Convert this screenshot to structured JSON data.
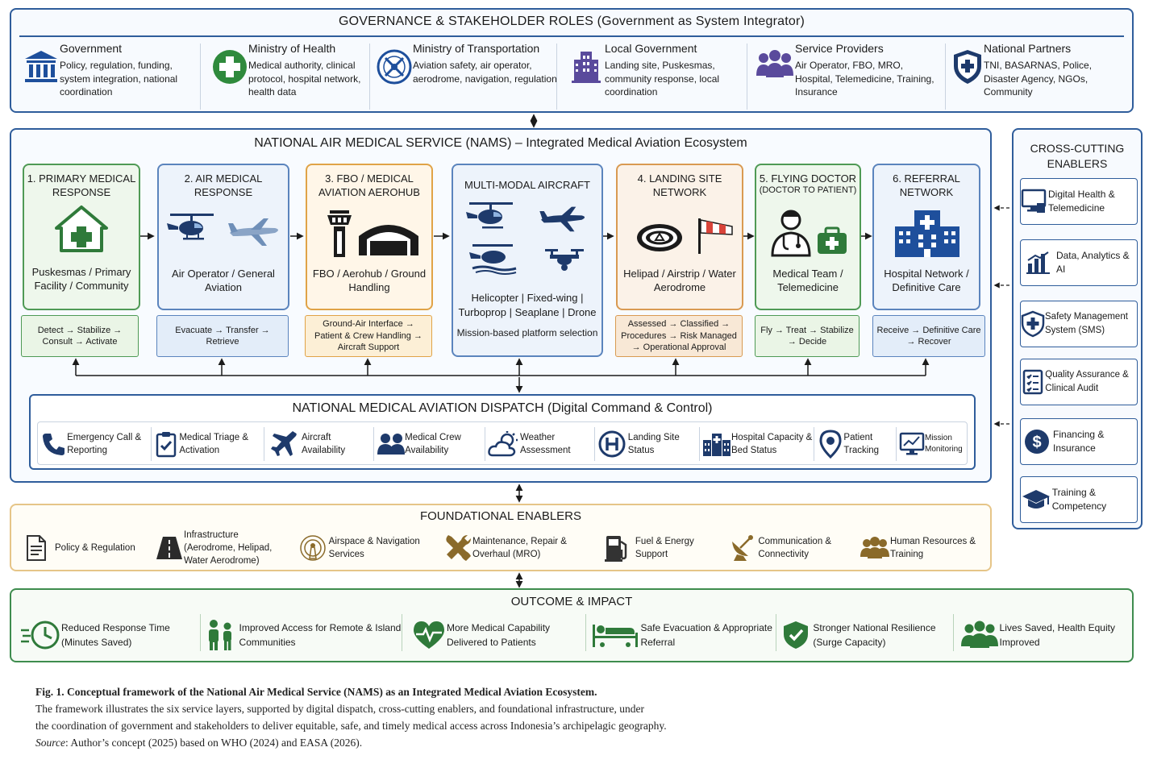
{
  "governance": {
    "title": "GOVERNANCE & STAKEHOLDER ROLES",
    "subtitle": "(Government as System Integrator)",
    "items": [
      {
        "name": "Government",
        "desc": "Policy, regulation, funding, system integration, national coordination"
      },
      {
        "name": "Ministry of Health",
        "desc": "Medical authority, clinical protocol, hospital network, health data"
      },
      {
        "name": "Ministry of Transportation",
        "desc": "Aviation safety, air operator, aerodrome, navigation, regulation"
      },
      {
        "name": "Local Government",
        "desc": "Landing site, Puskesmas, community response, local coordination"
      },
      {
        "name": "Service Providers",
        "desc": "Air Operator, FBO, MRO, Hospital, Telemedicine, Training, Insurance"
      },
      {
        "name": "National Partners",
        "desc": "TNI, BASARNAS, Police, Disaster Agency, NGOs, Community"
      }
    ]
  },
  "nams": {
    "title": "NATIONAL AIR MEDICAL SERVICE (NAMS) – Integrated Medical Aviation Ecosystem",
    "layers": [
      {
        "title": "1. PRIMARY MEDICAL RESPONSE",
        "label": "Puskesmas / Primary Facility / Community",
        "flow": "Detect → Stabilize → Consult → Activate",
        "color": "#4f9a55",
        "fill": "#eef7ec"
      },
      {
        "title": "2. AIR MEDICAL RESPONSE",
        "label": "Air Operator / General Aviation",
        "flow": "Evacuate → Transfer → Retrieve",
        "color": "#5b84bd",
        "fill": "#edf3fb"
      },
      {
        "title": "3. FBO / MEDICAL AVIATION AEROHUB",
        "label": "FBO / Aerohub / Ground Handling",
        "flow": "Ground-Air Interface → Patient & Crew Handling → Aircraft Support",
        "color": "#e0a347",
        "fill": "#fff6e8"
      },
      {
        "title": "4. LANDING SITE NETWORK",
        "label": "Helipad / Airstrip / Water Aerodrome",
        "flow": "Assessed → Classified → Procedures → Risk Managed → Operational Approval",
        "color": "#d99a52",
        "fill": "#fbf2e8"
      },
      {
        "title": "5. FLYING DOCTOR",
        "subtitle": "(DOCTOR TO PATIENT)",
        "label": "Medical Team / Telemedicine",
        "flow": "Fly → Treat → Stabilize → Decide",
        "color": "#4f9a55",
        "fill": "#eef7ec"
      },
      {
        "title": "6. REFERRAL NETWORK",
        "label": "Hospital Network / Definitive Care",
        "flow": "Receive → Definitive Care → Recover",
        "color": "#5b84bd",
        "fill": "#edf3fb"
      }
    ],
    "aircraft": {
      "title": "MULTI-MODAL AIRCRAFT",
      "types": "Helicopter | Fixed-wing | Turboprop | Seaplane | Drone",
      "note": "Mission-based platform selection"
    }
  },
  "dispatch": {
    "title": "NATIONAL MEDICAL AVIATION DISPATCH",
    "subtitle": "(Digital Command & Control)",
    "items": [
      {
        "label": "Emergency Call & Reporting",
        "icon": "phone-icon"
      },
      {
        "label": "Medical Triage & Activation",
        "icon": "clipboard-check-icon"
      },
      {
        "label": "Aircraft Availability",
        "icon": "airplane-icon"
      },
      {
        "label": "Medical Crew Availability",
        "icon": "crew-icon"
      },
      {
        "label": "Weather Assessment",
        "icon": "weather-icon"
      },
      {
        "label": "Landing Site Status",
        "icon": "helipad-icon"
      },
      {
        "label": "Hospital Capacity & Bed Status",
        "icon": "hospital-icon"
      },
      {
        "label": "Patient Tracking",
        "icon": "location-pin-icon"
      },
      {
        "label": "Mission Monitoring",
        "icon": "monitor-icon"
      }
    ]
  },
  "cross_cutting": {
    "title": "CROSS-CUTTING ENABLERS",
    "items": [
      {
        "label": "Digital Health & Telemedicine",
        "icon": "computer-icon"
      },
      {
        "label": "Data, Analytics & AI",
        "icon": "bar-chart-icon"
      },
      {
        "label": "Safety Management System (SMS)",
        "icon": "shield-icon"
      },
      {
        "label": "Quality Assurance & Clinical Audit",
        "icon": "checklist-icon"
      },
      {
        "label": "Financing & Insurance",
        "icon": "dollar-icon"
      },
      {
        "label": "Training & Competency",
        "icon": "graduation-cap-icon"
      }
    ]
  },
  "foundational": {
    "title": "FOUNDATIONAL ENABLERS",
    "items": [
      {
        "label": "Policy & Regulation",
        "icon": "document-icon"
      },
      {
        "label": "Infrastructure (Aerodrome, Helipad, Water Aerodrome)",
        "icon": "road-icon"
      },
      {
        "label": "Airspace & Navigation Services",
        "icon": "navigation-icon"
      },
      {
        "label": "Maintenance, Repair & Overhaul (MRO)",
        "icon": "tools-icon"
      },
      {
        "label": "Fuel & Energy Support",
        "icon": "fuel-icon"
      },
      {
        "label": "Communication & Connectivity",
        "icon": "satellite-dish-icon"
      },
      {
        "label": "Human Resources & Training",
        "icon": "people-icon"
      }
    ]
  },
  "outcome": {
    "title": "OUTCOME & IMPACT",
    "items": [
      {
        "label": "Reduced Response Time (Minutes Saved)",
        "icon": "clock-icon"
      },
      {
        "label": "Improved Access for Remote & Island Communities",
        "icon": "family-icon"
      },
      {
        "label": "More Medical Capability Delivered to Patients",
        "icon": "heart-pulse-icon"
      },
      {
        "label": "Safe Evacuation & Appropriate Referral",
        "icon": "stretcher-icon"
      },
      {
        "label": "Stronger National Resilience (Surge Capacity)",
        "icon": "shield-check-icon"
      },
      {
        "label": "Lives Saved, Health Equity Improved",
        "icon": "group-icon"
      }
    ]
  },
  "caption": {
    "title": "Fig. 1.  Conceptual framework of the National Air Medical Service (NAMS) as an Integrated Medical Aviation Ecosystem.",
    "line1": "The framework illustrates the six service layers, supported by digital dispatch, cross-cutting enablers, and foundational infrastructure, under",
    "line2": "the coordination of government and stakeholders to deliver equitable, safe, and timely medical access across Indonesia’s archipelagic geography.",
    "source_label": "Source",
    "source_text": ": Author’s concept (2025) based on WHO (2024) and EASA (2026)."
  },
  "colors": {
    "navy": "#1e3a6b",
    "blue_border": "#2f5d9b",
    "green": "#2f8a3c",
    "orange": "#e0a347",
    "purple": "#5a4a9c"
  }
}
